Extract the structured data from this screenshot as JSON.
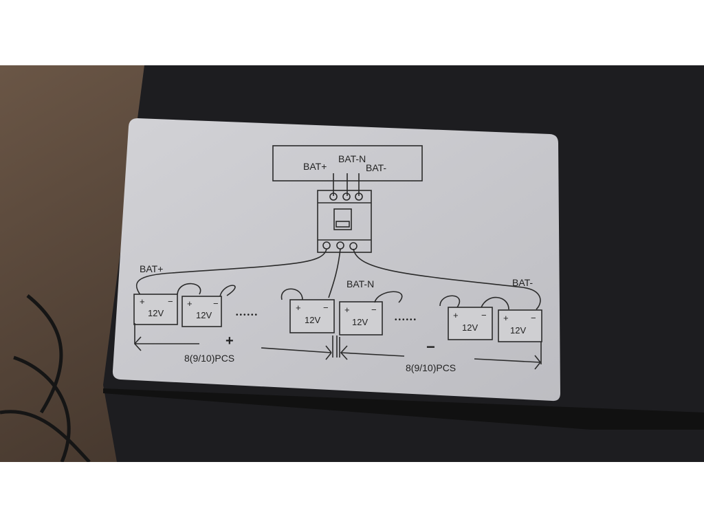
{
  "label": {
    "top_box": {
      "bat_n": "BAT-N",
      "bat_plus": "BAT+",
      "bat_minus": "BAT-"
    },
    "wire_labels": {
      "bat_plus": "BAT+",
      "bat_n": "BAT-N",
      "bat_minus": "BAT-"
    },
    "battery_voltage": "12V",
    "terminal_plus": "+",
    "terminal_minus": "−",
    "ellipsis": "••••••",
    "positive_group": {
      "sign": "+",
      "count": "8(9/10)PCS"
    },
    "negative_group": {
      "sign": "−",
      "count": "8(9/10)PCS"
    }
  },
  "colors": {
    "label": "#c9c9cc",
    "case": "#222225",
    "floor": "#4b3b31"
  }
}
